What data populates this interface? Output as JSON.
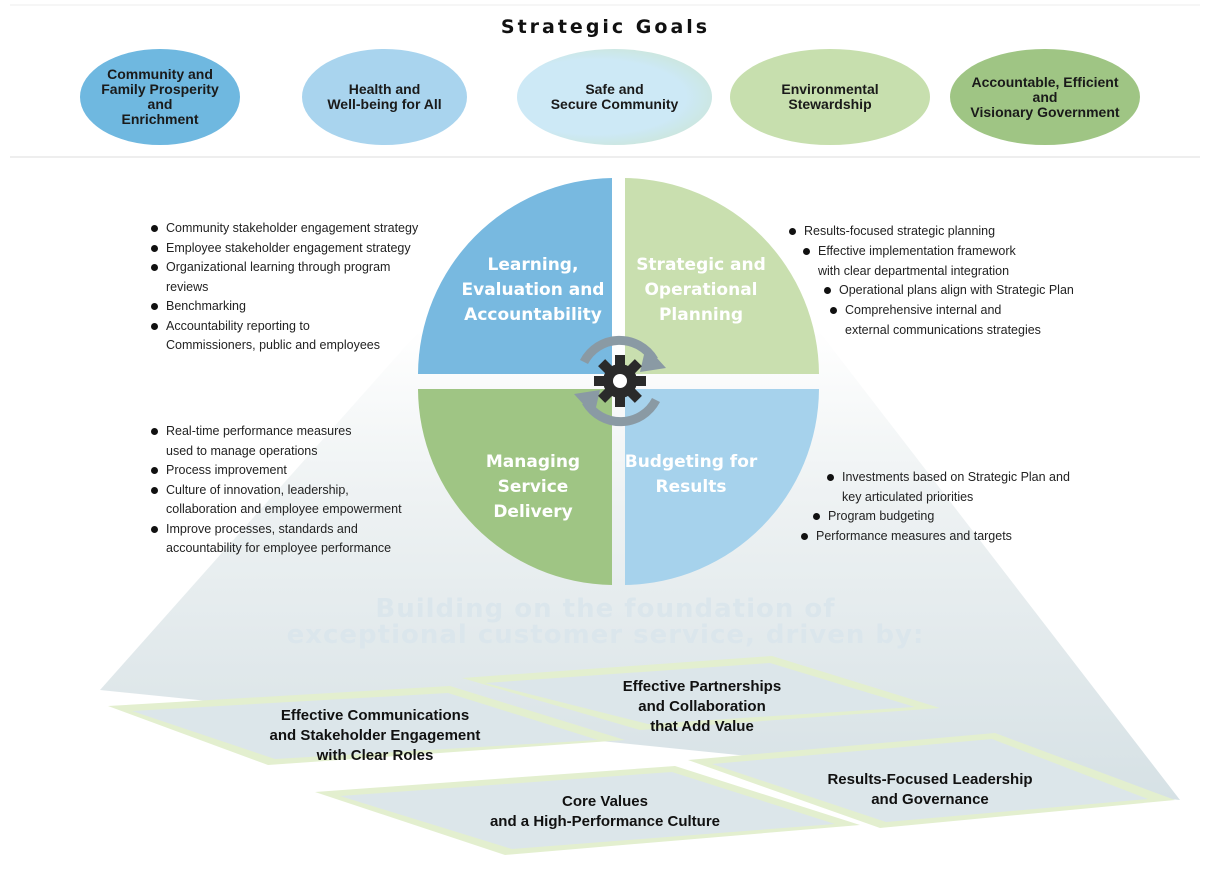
{
  "header": {
    "title": "Strategic Goals"
  },
  "goals": [
    {
      "label": "Community and\nFamily Prosperity and\nEnrichment",
      "color": "#6fb8e0"
    },
    {
      "label": "Health and\nWell-being for All",
      "color": "#a9d4ee"
    },
    {
      "label": "Safe and\nSecure Community",
      "color": "#cde9f6"
    },
    {
      "label": "Environmental Stewardship",
      "color": "#c7dfae"
    },
    {
      "label": "Accountable, Efficient and\nVisionary Government",
      "color": "#9fc584"
    }
  ],
  "quadrants": {
    "learning": {
      "title": "Learning,\nEvaluation and\nAccountability",
      "color": "#78b9e0",
      "bullets": [
        "Community  stakeholder engagement strategy",
        "Employee stakeholder engagement strategy",
        "Organizational learning through program\nreviews",
        "Benchmarking",
        "Accountability reporting to\nCommissioners, public and employees"
      ]
    },
    "strategic": {
      "title": "Strategic and\nOperational\nPlanning",
      "color": "#c9dfaf",
      "bullets": [
        "Results-focused strategic planning",
        "Effective implementation framework\n with clear departmental integration",
        "Operational plans align with Strategic Plan",
        "Comprehensive internal and\n external communications strategies"
      ]
    },
    "managing": {
      "title": "Managing\nService\nDelivery",
      "color": "#9fc584",
      "bullets": [
        "Real-time performance measures\n used to manage operations",
        "Process improvement",
        "Culture of innovation, leadership,\ncollaboration and employee empowerment",
        "Improve processes, standards and\naccountability for employee performance"
      ]
    },
    "budgeting": {
      "title": "Budgeting for\nResults",
      "color": "#a6d2ec",
      "bullets": [
        "Investments based on Strategic Plan and\nkey articulated priorities",
        "Program budgeting",
        "Performance measures and targets"
      ]
    }
  },
  "foundation": {
    "text": "Building on the foundation of\nexceptional customer service, driven by:"
  },
  "pillars": [
    {
      "label": "Effective Communications\nand Stakeholder Engagement\nwith Clear Roles"
    },
    {
      "label": "Effective Partnerships\nand Collaboration\nthat Add Value"
    },
    {
      "label": "Core Values\nand a High-Performance Culture"
    },
    {
      "label": "Results-Focused Leadership\nand Governance"
    }
  ],
  "colors": {
    "cone": "#dfe7ea",
    "tile_border": "#e3efcf",
    "tile_fill": "#dce6ea",
    "gear": "#2a2a2a",
    "cycle_arrows": "#8a9aa4"
  },
  "icons": {
    "center": "gear-icon",
    "cycle": "cycle-arrows-icon"
  }
}
